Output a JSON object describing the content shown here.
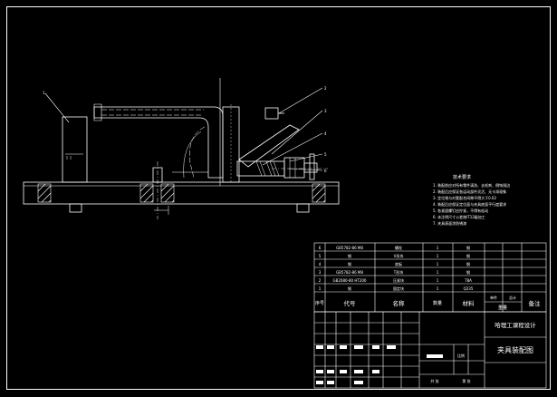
{
  "tech_requirements": {
    "title": "技术要求",
    "lines": [
      "1. 装配前应对所有零件清洗、去毛刺、倒钝锐边",
      "2. 装配后应保证各运动部件灵活、无卡滞现象",
      "3. 定位销与衬套配合间隙不得大于0.02",
      "4. 装配后应保证定位面与夹具底面平行度要求",
      "5. 各紧固螺钉应拧紧，不得有松动",
      "6. 未注明尺寸公差按IT12级加工",
      "7. 夹具表面涂防锈漆"
    ]
  },
  "bom": {
    "rows": [
      {
        "no": "6",
        "code": "GB5782-86 M8",
        "name": "螺栓",
        "qty": "1",
        "material": "钢",
        "wt": "",
        "note": ""
      },
      {
        "no": "5",
        "code": "钢",
        "name": "V形块",
        "qty": "1",
        "material": "钢",
        "wt": "",
        "note": ""
      },
      {
        "no": "4",
        "code": "钢",
        "name": "底板",
        "qty": "1",
        "material": "钢",
        "wt": "",
        "note": ""
      },
      {
        "no": "3",
        "code": "GB5782-86 M8",
        "name": "T形块",
        "qty": "1",
        "material": "钢",
        "wt": "",
        "note": ""
      },
      {
        "no": "2",
        "code": "GB2080-80 HT200",
        "name": "压紧块",
        "qty": "1",
        "material": "T8A",
        "wt": "",
        "note": ""
      },
      {
        "no": "1",
        "code": "钢",
        "name": "固定块",
        "qty": "1",
        "material": "Q235",
        "wt": "",
        "note": ""
      }
    ],
    "header": {
      "no": "序号",
      "code": "代号",
      "name": "名称",
      "qty": "数量",
      "material": "材料",
      "wt": "重量",
      "note": "备注"
    },
    "wt_sub": [
      "单件",
      "总计"
    ]
  },
  "title_block": {
    "school": "哈理工课程设计",
    "drawing_title": "夹具装配图",
    "scale_label": "比例",
    "sheet_label": "共 张",
    "sheet_no_label": "第 张"
  },
  "callouts": [
    "1",
    "2",
    "3",
    "4",
    "5",
    "6"
  ],
  "colors": {
    "background": "#000000",
    "line": "#ffffff"
  }
}
